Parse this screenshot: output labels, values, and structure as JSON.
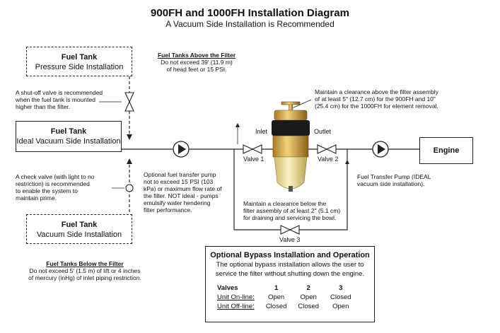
{
  "header": {
    "title": "900FH and 1000FH Installation Diagram",
    "subtitle": "A Vacuum Side Installation is Recommended"
  },
  "tanks": {
    "pressure": {
      "title": "Fuel Tank",
      "subtitle": "Pressure Side Installation"
    },
    "ideal": {
      "title": "Fuel Tank",
      "subtitle": "Ideal Vacuum Side Installation"
    },
    "vacuum": {
      "title": "Fuel Tank",
      "subtitle": "Vacuum Side Installation"
    }
  },
  "notes": {
    "above_title": "Fuel Tanks Above the Filter",
    "above_text": [
      "Do not exceed 39' (11.9 m)",
      "of head feet or 15 PSI."
    ],
    "shutoff": [
      "A shut-off valve is recommended",
      "when the fuel tank is mounted",
      "higher than the filter."
    ],
    "check": [
      "A check valve (with light to no",
      "restriction) is recommended",
      "to enable the system to",
      "maintain prime."
    ],
    "below_title": "Fuel Tanks Below the Filter",
    "below_text": [
      "Do not exceed 5' (1.5 m) of lift or 4 inches",
      "of mercury (inHg) of inlet piping restriction."
    ],
    "clearance_above": [
      "Maintain a clearance above the filter assembly",
      "of at least 5\" (12.7 cm) for the 900FH and 10\"",
      "(25.4 cm) for the 1000FH for element removal."
    ],
    "optional_pump": [
      "Optional fuel transfer pump",
      "not to exceed 15 PSI (103",
      "kPa) or maximum flow rate of",
      "the filter. NOT ideal - pumps",
      "emulsify water hendering",
      "filter performance."
    ],
    "clearance_below": [
      "Maintain a clearance below the",
      "filter assembly of at least 2\" (5.1 cm)",
      "for draining and servicing the bowl."
    ],
    "transfer_pump": [
      "Fuel Transfer Pump (IDEAL",
      "vacuum side installation)."
    ]
  },
  "labels": {
    "inlet": "Inlet",
    "outlet": "Outlet",
    "valve1": "Valve 1",
    "valve2": "Valve 2",
    "valve3": "Valve 3",
    "engine": "Engine"
  },
  "bypass": {
    "title": "Optional Bypass Installation and Operation",
    "desc": [
      "The optional bypass installation allows the user to",
      "service the filter without shutting down the engine."
    ],
    "header": [
      "Valves",
      "1",
      "2",
      "3"
    ],
    "rows": [
      {
        "name": "Unit On-line:",
        "values": [
          "Open",
          "Open",
          "Closed"
        ]
      },
      {
        "name": "Unit Off-line:",
        "values": [
          "Closed",
          "Closed",
          "Open"
        ]
      }
    ]
  },
  "colors": {
    "line": "#222222",
    "filter_gold": "#d9a640",
    "filter_dark": "#1a1a1a",
    "bowl": "#e9dc8a"
  }
}
